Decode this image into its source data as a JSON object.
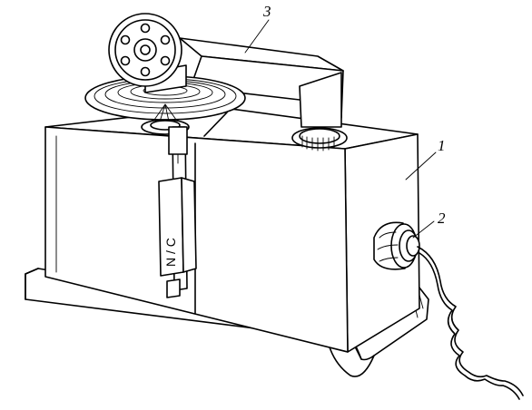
{
  "figure": {
    "callouts": [
      {
        "id": "1",
        "text": "1"
      },
      {
        "id": "2",
        "text": "2"
      },
      {
        "id": "3",
        "text": "3"
      }
    ],
    "probe_marking": "N / C"
  }
}
